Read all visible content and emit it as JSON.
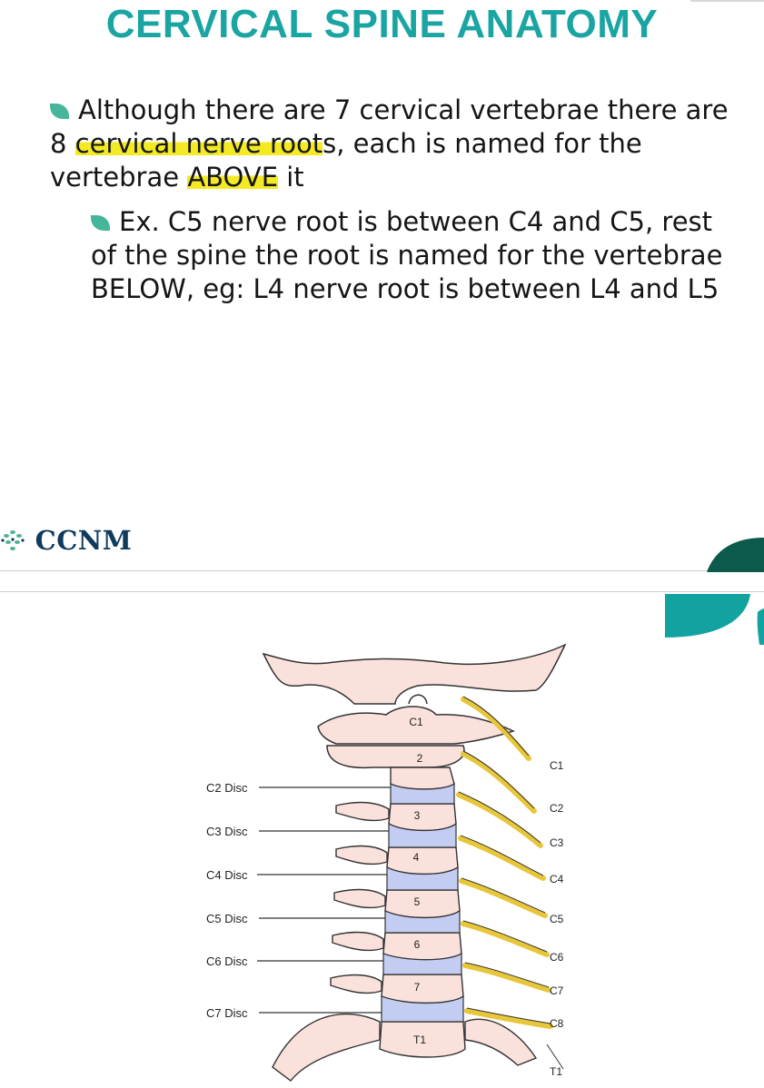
{
  "slide": {
    "title": "CERVICAL SPINE ANATOMY",
    "bullet1": {
      "p1": "Although there are 7 cervical vertebrae there are 8 ",
      "h1": "cervical nerve root",
      "p2": "s, each is named for the vertebrae ",
      "h2": "ABOVE",
      "p3": " it"
    },
    "bullet2": "Ex. C5 nerve root is between C4 and C5, rest of the spine the root is named for the vertebrae BELOW, eg: L4 nerve root is between L4 and L5",
    "logo_text": "CCNM",
    "colors": {
      "title": "#1aa5a3",
      "bullet_icon": "#47b59a",
      "highlight": "#f4ea24",
      "accent_dark": "#0b5a4c",
      "accent_teal": "#12a3a0"
    }
  },
  "figure": {
    "disc_labels": [
      "C2 Disc",
      "C3 Disc",
      "C4 Disc",
      "C5 Disc",
      "C6 Disc",
      "C7 Disc"
    ],
    "vertebra_labels": [
      "C1",
      "2",
      "3",
      "4",
      "5",
      "6",
      "7",
      "T1"
    ],
    "nerve_labels": [
      "C1",
      "C2",
      "C3",
      "C4",
      "C5",
      "C6",
      "C7",
      "C8",
      "T1"
    ]
  }
}
